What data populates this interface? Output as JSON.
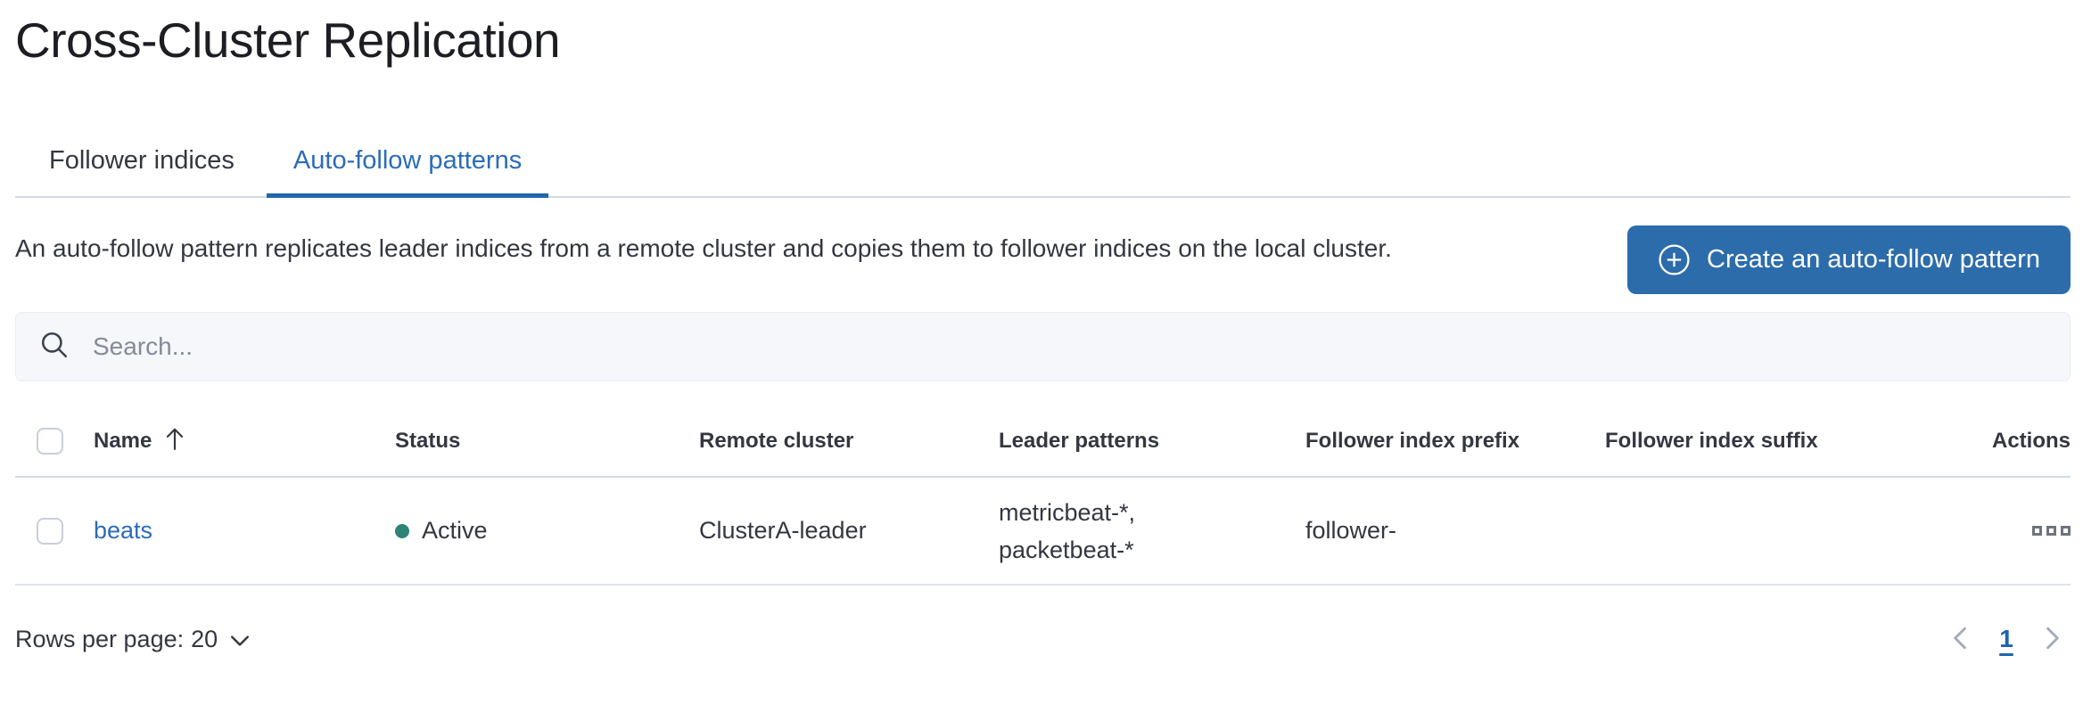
{
  "page_title": "Cross-Cluster Replication",
  "tabs": {
    "follower_indices": "Follower indices",
    "auto_follow_patterns": "Auto-follow patterns",
    "active_tab": "Auto-follow patterns"
  },
  "intro": {
    "description": "An auto-follow pattern replicates leader indices from a remote cluster and copies them to follower indices on the local cluster."
  },
  "toolbar": {
    "create_button_label": "Create an auto-follow pattern",
    "create_button_icon": "plus-in-circle-icon"
  },
  "search": {
    "placeholder": "Search...",
    "value": "",
    "icon": "search-icon"
  },
  "table": {
    "headers": {
      "name": "Name",
      "status": "Status",
      "remote_cluster": "Remote cluster",
      "leader_patterns": "Leader patterns",
      "follower_index_prefix": "Follower index prefix",
      "follower_index_suffix": "Follower index suffix",
      "actions": "Actions"
    },
    "sort": {
      "column": "Name",
      "direction": "ascending",
      "icon": "sort-ascending-arrow-icon"
    },
    "rows": [
      {
        "name": "beats",
        "status": "Active",
        "remote_cluster": "ClusterA-leader",
        "leader_patterns_line1": "metricbeat-*,",
        "leader_patterns_line2": "packetbeat-*",
        "follower_index_prefix": "follower-",
        "follower_index_suffix": "",
        "actions_icon": "boxes-horizontal-icon"
      }
    ]
  },
  "footer": {
    "rows_per_page_label": "Rows per page:",
    "rows_per_page_value": "20",
    "rows_per_page_icon": "chevron-down-icon",
    "pagination": {
      "previous_icon": "chevron-left-icon",
      "current_page": "1",
      "next_icon": "chevron-right-icon"
    }
  },
  "colors": {
    "accent_blue": "#2b6cb8",
    "tab_underline_blue": "#2266ae",
    "button_blue": "#2d6cab",
    "page_number_blue": "#1e63ad",
    "status_active_dot": "#2f8478",
    "text": "#343741",
    "title_text": "#1d1e24",
    "border_light": "#d3dae6",
    "row_border": "#dfe3ee",
    "search_background": "#f5f7fa",
    "placeholder_gray": "#848b99",
    "icon_gray": "#6e737d",
    "chevron_gray": "#a5abb8"
  }
}
